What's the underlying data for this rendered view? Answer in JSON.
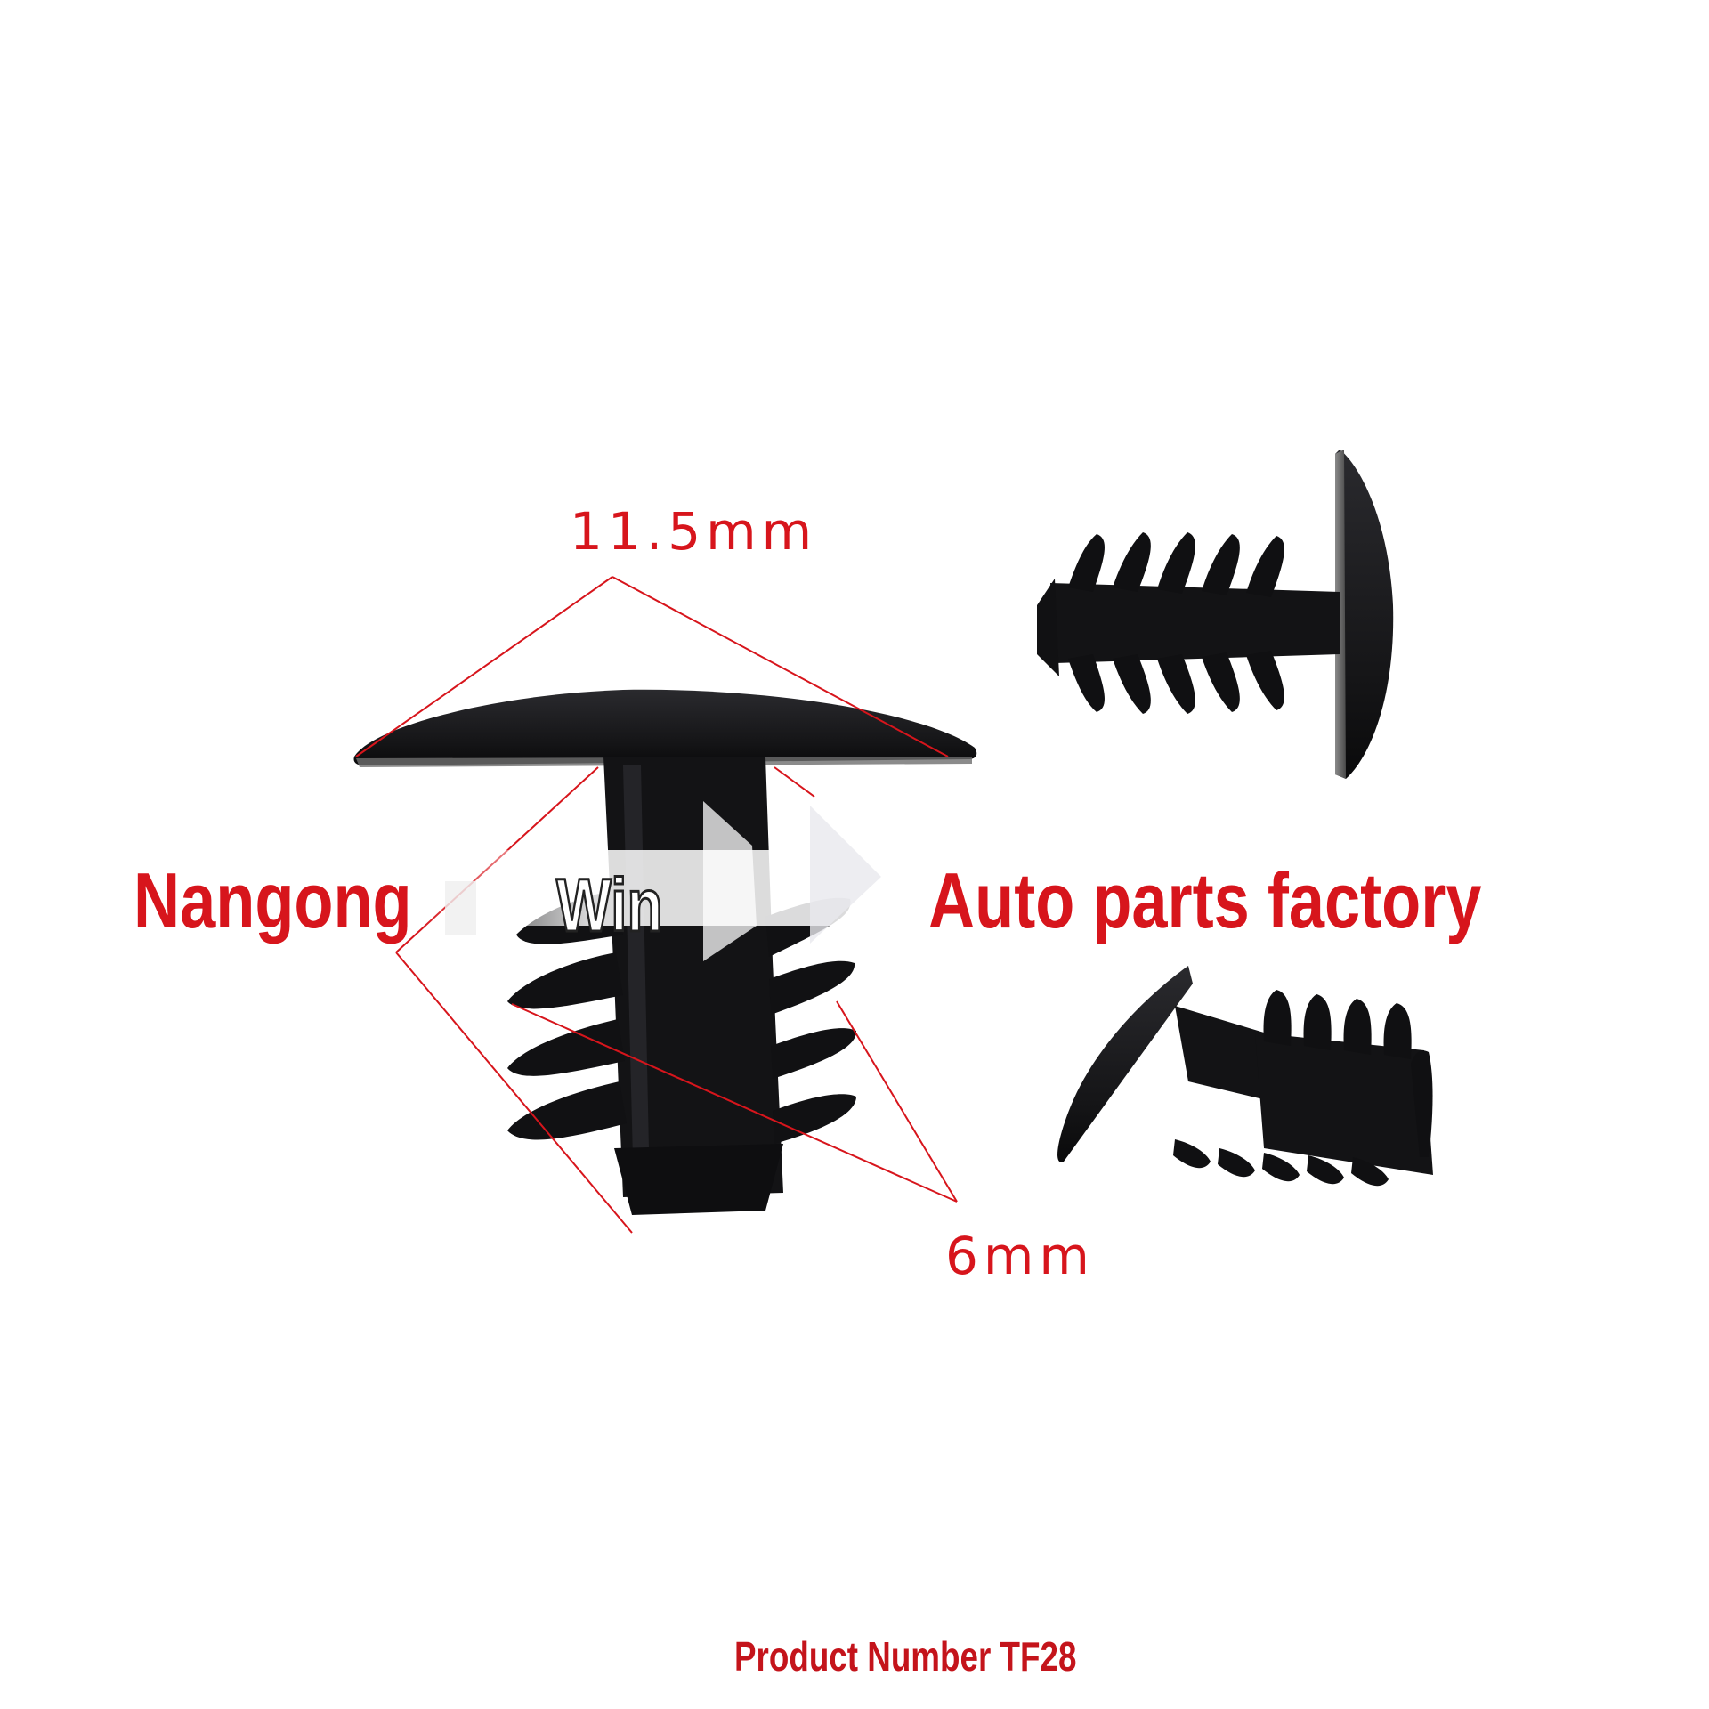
{
  "dimensions": {
    "head_diameter": "11.5mm",
    "shank_diameter": "6mm"
  },
  "watermark": {
    "left": "Nangong",
    "middle": "Win",
    "right": "Auto parts factory"
  },
  "product": {
    "number_label": "Product Number TF28"
  },
  "colors": {
    "accent_red": "#d7151c",
    "clip_black": "#141416",
    "background": "#ffffff"
  }
}
